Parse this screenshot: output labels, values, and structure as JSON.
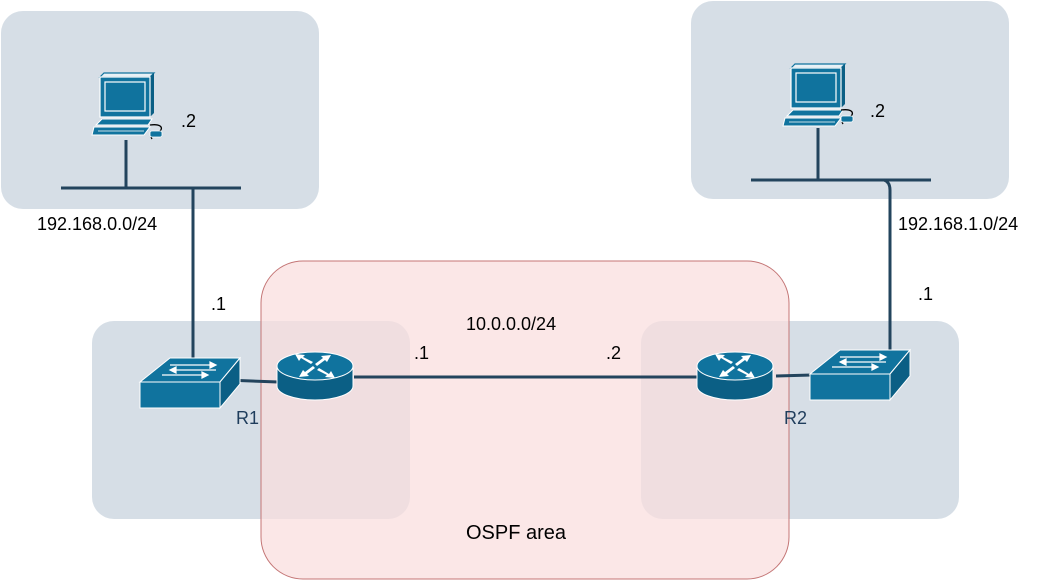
{
  "labels": {
    "lan_left_host": ".2",
    "lan_left_net": "192.168.0.0/24",
    "lan_left_gw": ".1",
    "lan_right_host": ".2",
    "lan_right_net": "192.168.1.0/24",
    "lan_right_gw": ".1",
    "transit_net": "10.0.0.0/24",
    "transit_r1": ".1",
    "transit_r2": ".2",
    "router_left": "R1",
    "router_right": "R2",
    "ospf_area": "OSPF area"
  },
  "colors": {
    "zone_fill": "#d6dee6",
    "ospf_fill": "#fadede",
    "ospf_stroke": "#c47676",
    "device_fill": "#10739e",
    "link": "#23445d"
  },
  "icons": {
    "left_pc": "pc-icon",
    "right_pc": "pc-icon",
    "left_switch": "switch-icon",
    "right_switch": "switch-icon",
    "left_router": "router-icon",
    "right_router": "router-icon"
  }
}
